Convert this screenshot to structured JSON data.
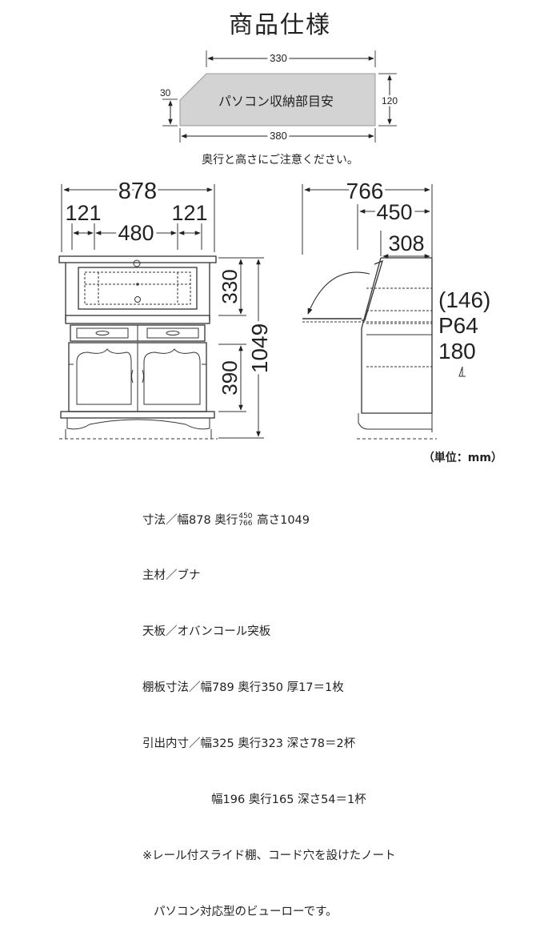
{
  "page_title": "商品仕様",
  "pc_area": {
    "label": "パソコン収納部目安",
    "top_width": "330",
    "bottom_width": "380",
    "left_height": "30",
    "right_height": "120"
  },
  "notice": "奥行と高さにご注意ください。",
  "front_view": {
    "total_width": "878",
    "left_side": "121",
    "center": "480",
    "right_side": "121",
    "upper_height": "330",
    "lower_height": "390",
    "total_height": "1049"
  },
  "side_view": {
    "total_depth": "766",
    "body_depth": "450",
    "top_depth": "308",
    "shelf_heights": [
      "(146)",
      "P64",
      "180"
    ]
  },
  "unit_label": "（単位：mm）",
  "specs": {
    "size_prefix": "寸法／幅878 奥行",
    "depth_top": "450",
    "depth_bottom": "766",
    "size_suffix": " 高さ1049",
    "material": "主材／ブナ",
    "top_board": "天板／オバンコール突板",
    "shelf": "棚板寸法／幅789 奥行350 厚17＝1枚",
    "drawer1": "引出内寸／幅325 奥行323 深さ78＝2杯",
    "drawer2": "幅196 奥行165 深さ54＝1杯",
    "note1": "※レール付スライド棚、コード穴を設けたノート",
    "note2": "パソコン対応型のビューローです。"
  }
}
